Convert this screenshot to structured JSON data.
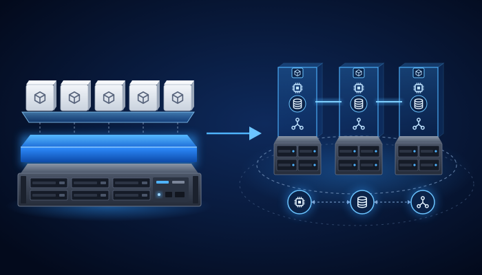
{
  "colors": {
    "background_center": "#0e2a5c",
    "background_edge": "#030a1c",
    "accent": "#2f9bff",
    "glow": "#4fb3ff",
    "cube_face": "#e4eaf2",
    "cube_icon": "#56627a",
    "server_metal": "#3a4456",
    "server_dark": "#151b27"
  },
  "left_stack": {
    "container_count": 5,
    "container_icon": "cube-icon",
    "platform": "glowing-blue-slab",
    "server": "rack-server-1u",
    "drive_bays": 6
  },
  "arrow": {
    "icon": "arrow-right-icon"
  },
  "right_cluster": {
    "node_count": 3,
    "node_icons": [
      "cube-icon",
      "chip-icon",
      "database-icon",
      "network-node-icon"
    ],
    "node_server_drive_bays": 4
  },
  "bottom_services": [
    {
      "icon": "chip-icon"
    },
    {
      "icon": "database-icon"
    },
    {
      "icon": "network-node-icon"
    }
  ]
}
